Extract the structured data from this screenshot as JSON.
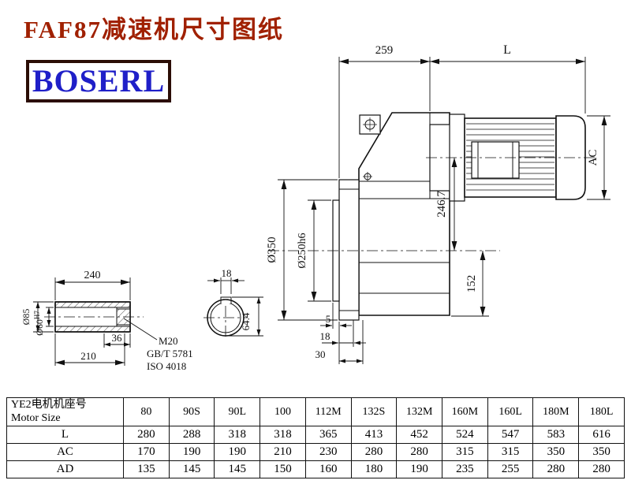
{
  "title": "FAF87减速机尺寸图纸",
  "logo": "BOSERL",
  "accent_colors": {
    "title_red": "#a02000",
    "logo_blue": "#1f1fc8",
    "logo_border": "#2b0d05"
  },
  "drawing": {
    "top_width": "259",
    "motor_length_label": "L",
    "motor_diameter_label": "AC",
    "center_height": "246.7",
    "flange_diameter": "Ø350",
    "spigot_diameter": "Ø250h6",
    "axis_to_base": "152",
    "face_step_1": "5",
    "face_step_2": "18",
    "face_step_3": "30",
    "keyway_depth": "64.4",
    "shaft": {
      "length": "240",
      "keyway_width": "18",
      "outer_diameter": "Ø85",
      "bore_diameter": "Ø60",
      "bore_tolerance": "H7",
      "thread_depth": "36",
      "usable_length": "210",
      "thread": "M20",
      "standard_gb": "GB/T 5781",
      "standard_iso": "ISO 4018"
    }
  },
  "table": {
    "header_cn": "YE2电机机座号",
    "header_en": "Motor Size",
    "columns": [
      "80",
      "90S",
      "90L",
      "100",
      "112M",
      "132S",
      "132M",
      "160M",
      "160L",
      "180M",
      "180L"
    ],
    "rows": [
      {
        "label": "L",
        "values": [
          "280",
          "288",
          "318",
          "318",
          "365",
          "413",
          "452",
          "524",
          "547",
          "583",
          "616"
        ]
      },
      {
        "label": "AC",
        "values": [
          "170",
          "190",
          "190",
          "210",
          "230",
          "280",
          "280",
          "315",
          "315",
          "350",
          "350"
        ]
      },
      {
        "label": "AD",
        "values": [
          "135",
          "145",
          "145",
          "150",
          "160",
          "180",
          "190",
          "235",
          "255",
          "280",
          "280"
        ]
      }
    ]
  }
}
